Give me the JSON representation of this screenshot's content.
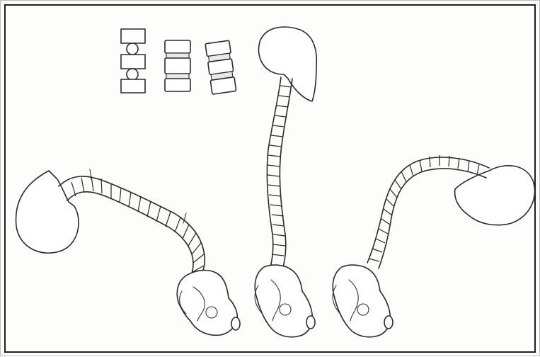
{
  "figure": {
    "background": "#fdfdfb",
    "ink_color": "#2a2a2a",
    "border_color": "#1e1e1e",
    "panels": [
      {
        "id": "motion-segment-models"
      },
      {
        "id": "spine-flexed"
      },
      {
        "id": "spine-upright"
      },
      {
        "id": "spine-extended"
      }
    ]
  }
}
